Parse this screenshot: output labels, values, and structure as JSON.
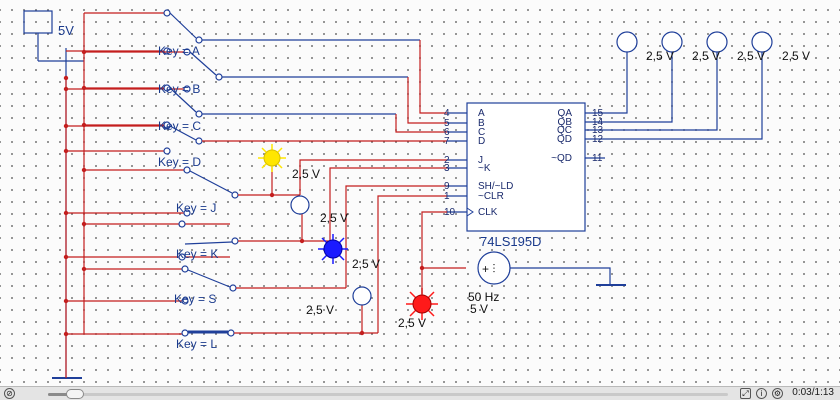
{
  "schematic": {
    "supply_label": "5V",
    "keys": [
      "Key = A",
      "Key = B",
      "Key = C",
      "Key = D",
      "Key = J",
      "Key = K",
      "Key = S",
      "Key = L"
    ],
    "chip": {
      "name": "74LS195D",
      "left_pins": [
        {
          "num": "4",
          "name": "A"
        },
        {
          "num": "5",
          "name": "B"
        },
        {
          "num": "6",
          "name": "C"
        },
        {
          "num": "7",
          "name": "D"
        },
        {
          "num": "2",
          "name": "J"
        },
        {
          "num": "3",
          "name": "~K"
        },
        {
          "num": "9",
          "name": "SH/~LD"
        },
        {
          "num": "1",
          "name": "~CLR"
        },
        {
          "num": "10",
          "name": "CLK"
        }
      ],
      "right_pins": [
        {
          "num": "15",
          "name": "QA"
        },
        {
          "num": "14",
          "name": "QB"
        },
        {
          "num": "13",
          "name": "QC"
        },
        {
          "num": "12",
          "name": "QD"
        },
        {
          "num": "11",
          "name": "~QD"
        }
      ]
    },
    "probes": {
      "output_voltages": [
        "2,5 V",
        "2,5 V",
        "2,5 V",
        "2,5 V"
      ],
      "yellow_voltage": "2,5 V",
      "j_probe_voltage": "2,5 V",
      "blue_voltage": "2,5 V",
      "s_probe_voltage": "2,5 V",
      "red_voltage": "2,5 V"
    },
    "clock": {
      "symbol": "+ ⫶",
      "frequency": "50 Hz",
      "amplitude": "5 V"
    },
    "colors": {
      "wire": "#c41e1e",
      "component": "#1f3f9a",
      "led_yellow": "#ffe600",
      "led_blue": "#1a1aff",
      "led_red": "#ff1a1a"
    }
  },
  "player": {
    "left_icon": "speaker-mute-icon",
    "time": "0:03/1:13",
    "progress": 0.04,
    "right_icons": [
      "fullscreen-icon",
      "info-icon",
      "settings-icon"
    ]
  }
}
